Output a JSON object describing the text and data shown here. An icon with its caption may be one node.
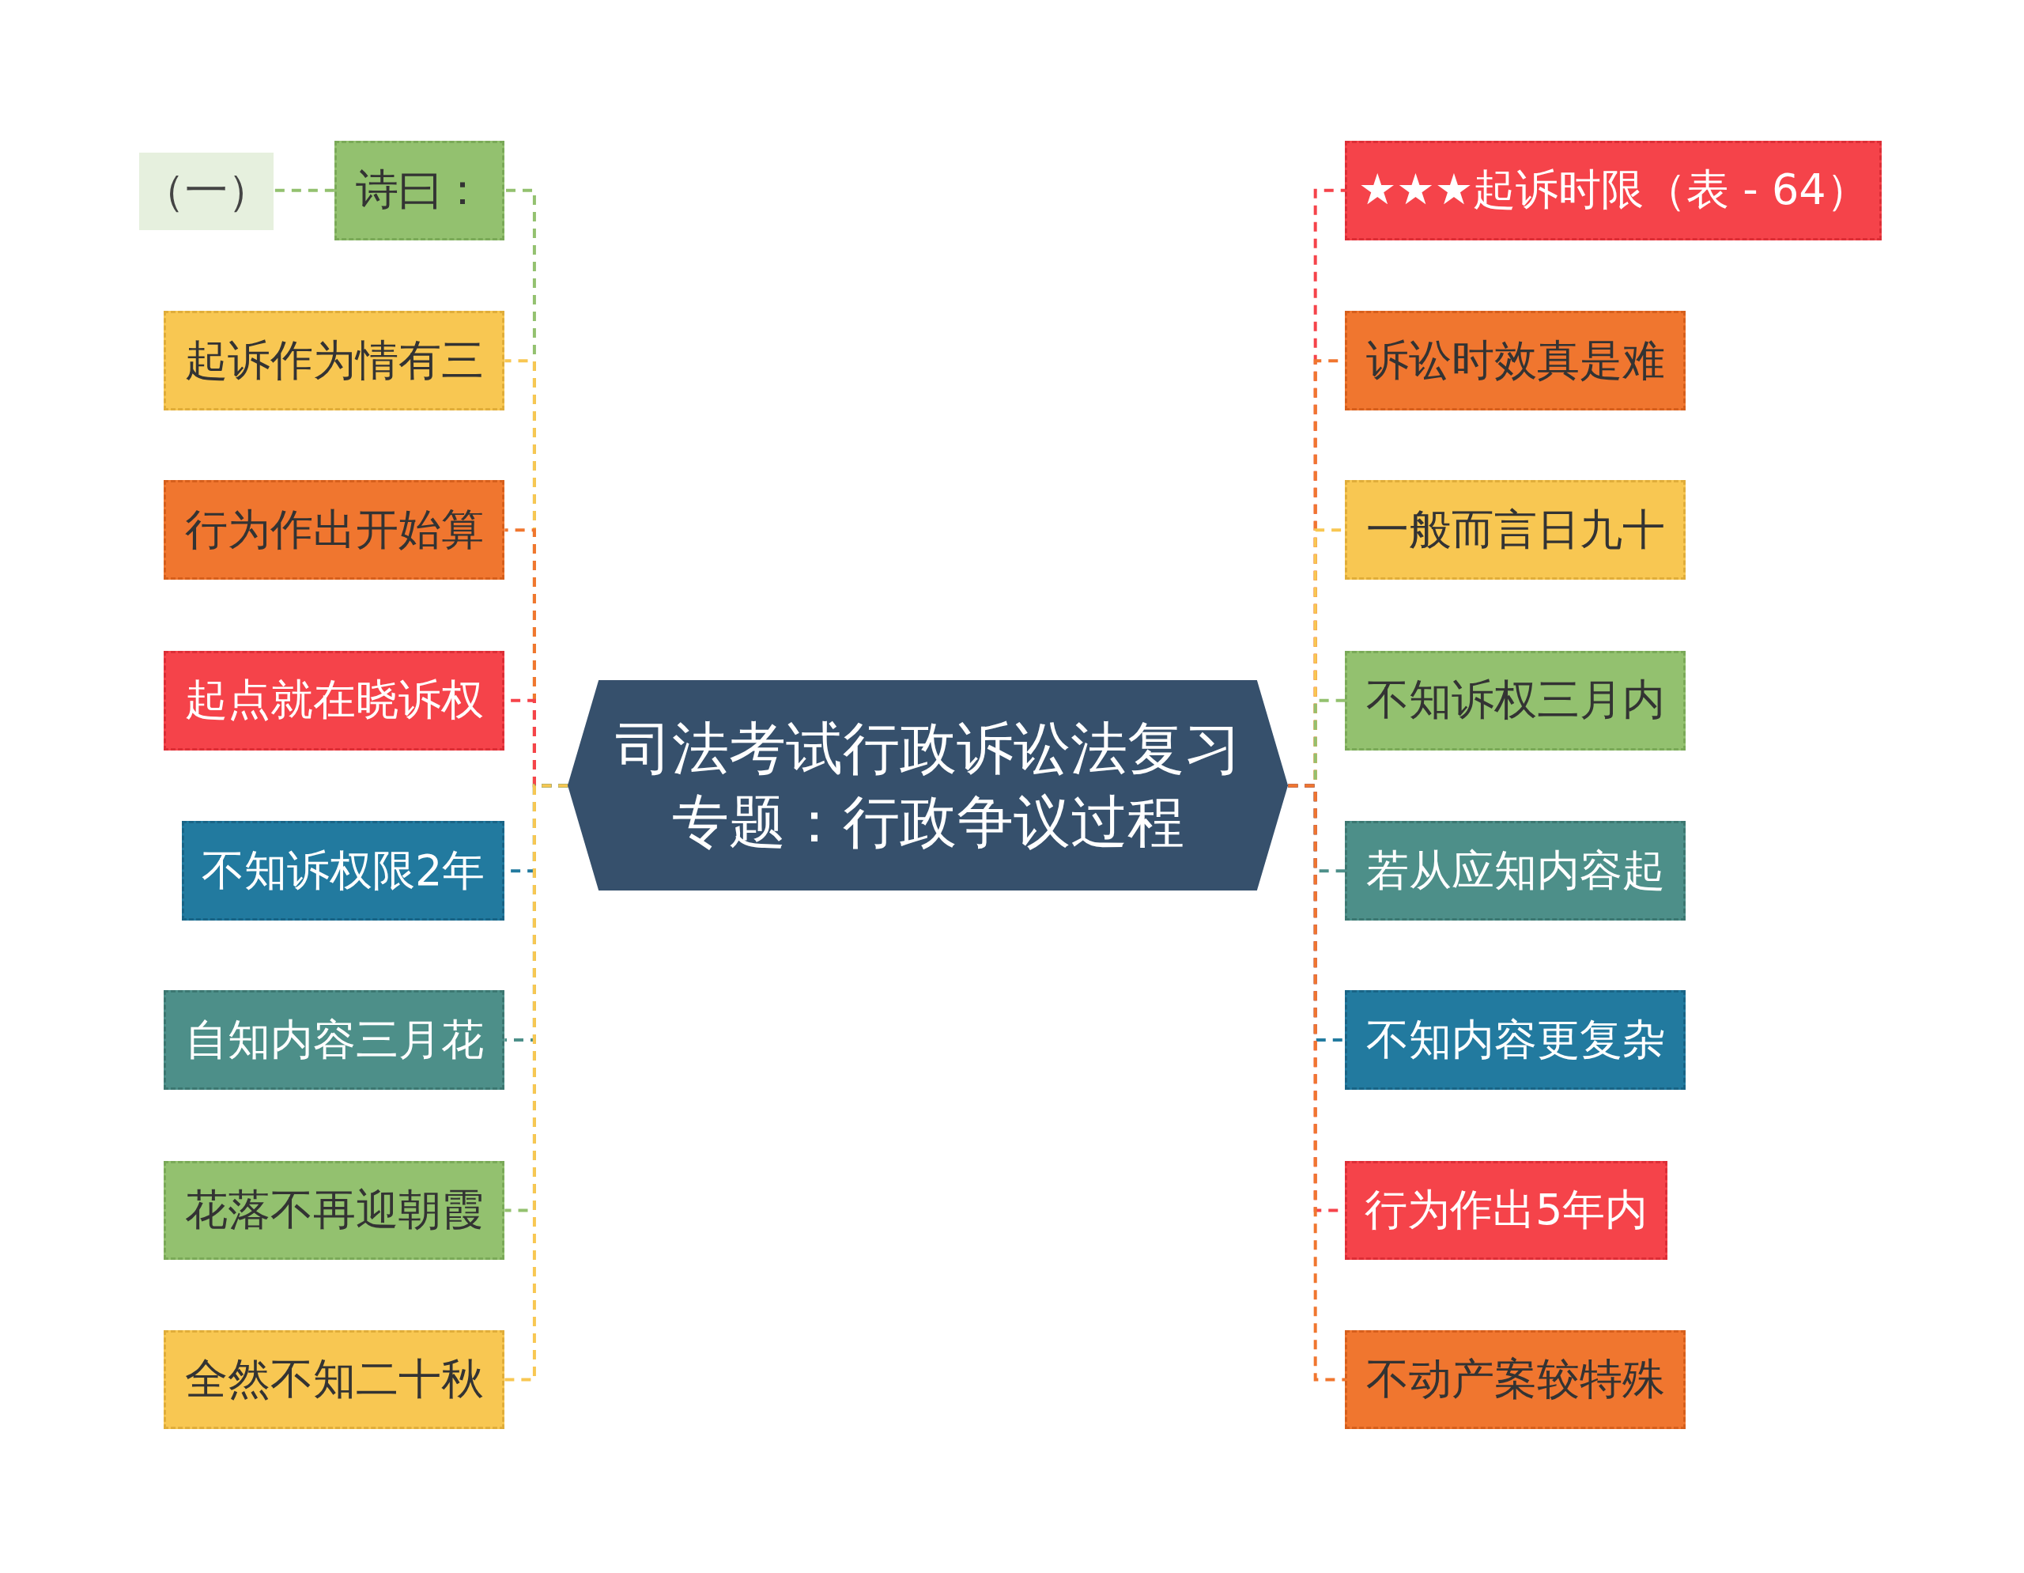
{
  "diagram": {
    "nodes": [
      {
        "text": [
          "司法考试行政诉讼法复习专题：行政争议过程"
        ]
      },
      {
        "text": [
          "（一）"
        ]
      },
      {
        "text": [
          "诗曰："
        ]
      },
      {
        "text": [
          "起诉作为情有三"
        ]
      },
      {
        "text": [
          "行为作出开始算"
        ]
      },
      {
        "text": [
          "起点就在晓诉权"
        ]
      },
      {
        "text": [
          "不知诉权限2年"
        ]
      },
      {
        "text": [
          "自知内容三月花"
        ]
      },
      {
        "text": [
          "花落不再迎朝霞"
        ]
      },
      {
        "text": [
          "全然不知二十秋"
        ]
      },
      {
        "text": [
          "★★★起诉时限（表 - 64）"
        ]
      },
      {
        "text": [
          "诉讼时效真是难"
        ]
      },
      {
        "text": [
          "一般而言日九十"
        ]
      },
      {
        "text": [
          "不知诉权三月内"
        ]
      },
      {
        "text": [
          "若从应知内容起"
        ]
      },
      {
        "text": [
          "不知内容更复杂"
        ]
      },
      {
        "text": [
          "行为作出5年内"
        ]
      },
      {
        "text": [
          "不动产案较特殊"
        ]
      }
    ],
    "edges": [
      {
        "from": 0,
        "to": 2,
        "arrow": "none",
        "color": "#93c16f"
      },
      {
        "from": 2,
        "to": 1,
        "arrow": "none",
        "color": "#93c16f"
      },
      {
        "from": 0,
        "to": 3,
        "arrow": "none",
        "color": "#f8c752"
      },
      {
        "from": 0,
        "to": 4,
        "arrow": "none",
        "color": "#f0762f"
      },
      {
        "from": 0,
        "to": 5,
        "arrow": "none",
        "color": "#f5434a"
      },
      {
        "from": 0,
        "to": 6,
        "arrow": "none",
        "color": "#227a9f"
      },
      {
        "from": 0,
        "to": 7,
        "arrow": "none",
        "color": "#4d8f89"
      },
      {
        "from": 0,
        "to": 8,
        "arrow": "none",
        "color": "#93c16f"
      },
      {
        "from": 0,
        "to": 9,
        "arrow": "none",
        "color": "#f8c752"
      },
      {
        "from": 0,
        "to": 10,
        "arrow": "none",
        "color": "#f5434a"
      },
      {
        "from": 0,
        "to": 11,
        "arrow": "none",
        "color": "#f0762f"
      },
      {
        "from": 0,
        "to": 12,
        "arrow": "none",
        "color": "#f8c752"
      },
      {
        "from": 0,
        "to": 13,
        "arrow": "none",
        "color": "#93c16f"
      },
      {
        "from": 0,
        "to": 14,
        "arrow": "none",
        "color": "#4d8f89"
      },
      {
        "from": 0,
        "to": 15,
        "arrow": "none",
        "color": "#227a9f"
      },
      {
        "from": 0,
        "to": 16,
        "arrow": "none",
        "color": "#f5434a"
      },
      {
        "from": 0,
        "to": 17,
        "arrow": "none",
        "color": "#f0762f"
      }
    ]
  }
}
